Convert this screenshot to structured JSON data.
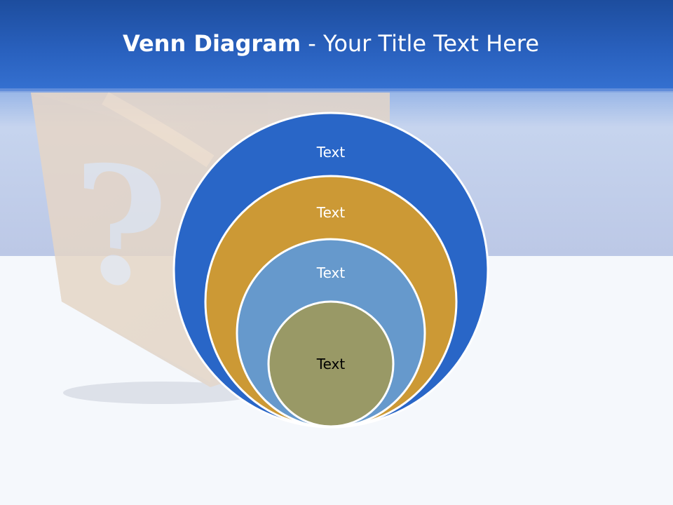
{
  "title": {
    "bold": "Venn Diagram",
    "rest": " - Your Title Text Here"
  },
  "rings": [
    {
      "label": "Text",
      "color": "#2966c7"
    },
    {
      "label": "Text",
      "color": "#cc9935"
    },
    {
      "label": "Text",
      "color": "#6699cc"
    },
    {
      "label": "Text",
      "color": "#999966"
    }
  ],
  "colors": {
    "header": "#2a62c0",
    "background": "#f5f8fc"
  }
}
